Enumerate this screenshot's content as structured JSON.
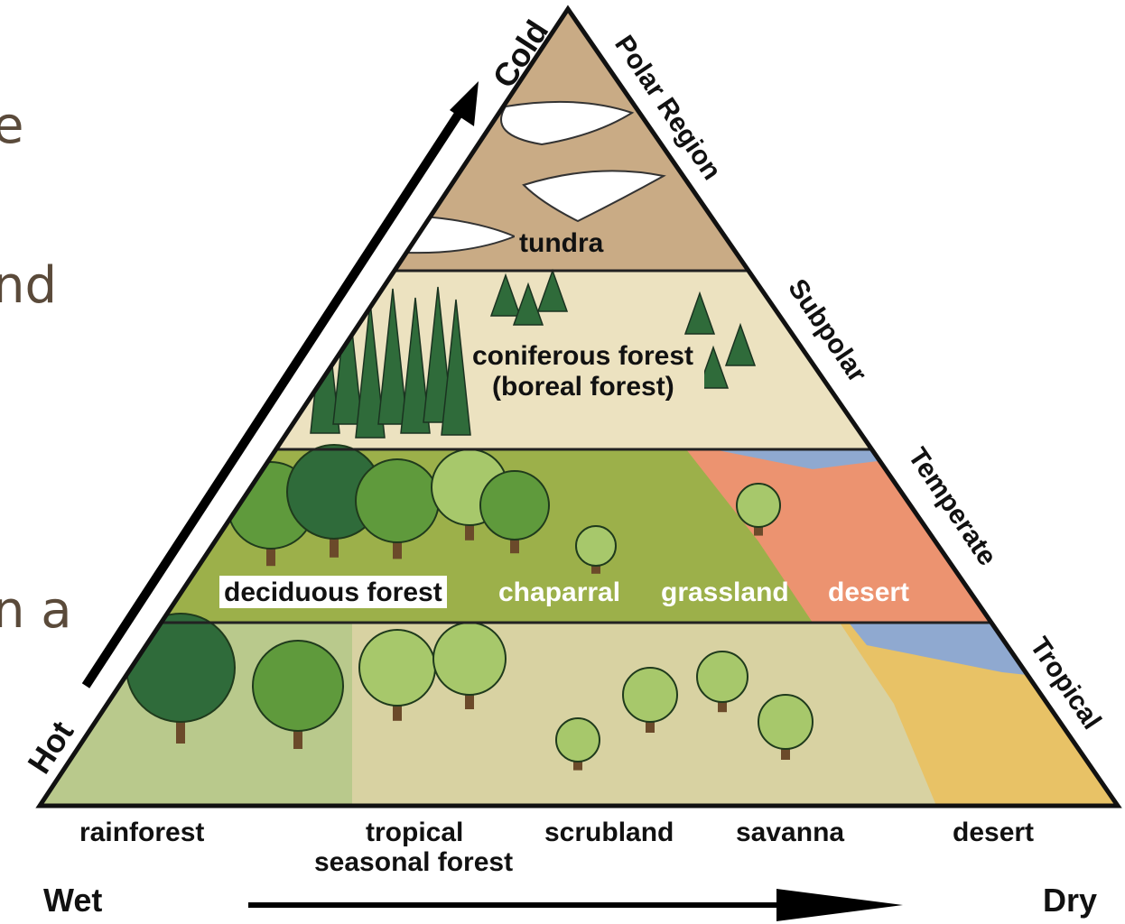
{
  "partial_text": [
    "e",
    "nd",
    "n a"
  ],
  "axes": {
    "cold": "Cold",
    "hot": "Hot",
    "wet": "Wet",
    "dry": "Dry"
  },
  "regions": {
    "polar": "Polar Region",
    "subpolar": "Subpolar",
    "temperate": "Temperate",
    "tropical": "Tropical"
  },
  "biomes": {
    "tundra": "tundra",
    "coniferous_1": "coniferous forest",
    "coniferous_2": "(boreal forest)",
    "deciduous": "deciduous forest",
    "chaparral": "chaparral",
    "grassland": "grassland",
    "temperate_desert": "desert"
  },
  "bottom_labels": {
    "rainforest": "rainforest",
    "tropical_1": "tropical",
    "tropical_2": "seasonal forest",
    "scrubland": "scrubland",
    "savanna": "savanna",
    "desert": "desert"
  },
  "colors": {
    "polar_band": "#c9ab85",
    "subpolar_band": "#ece2c0",
    "temperate_band": "#9cb04a",
    "temperate_desert": "#ec9370",
    "tropical_band": "#d8d2a2",
    "tropical_desert": "#e8c266",
    "sky": "#8fa9d0",
    "tree_dark": "#2f6b3a",
    "tree_mid": "#5f9a3c",
    "tree_light": "#a7c86b",
    "trunk": "#6b4a2a"
  }
}
